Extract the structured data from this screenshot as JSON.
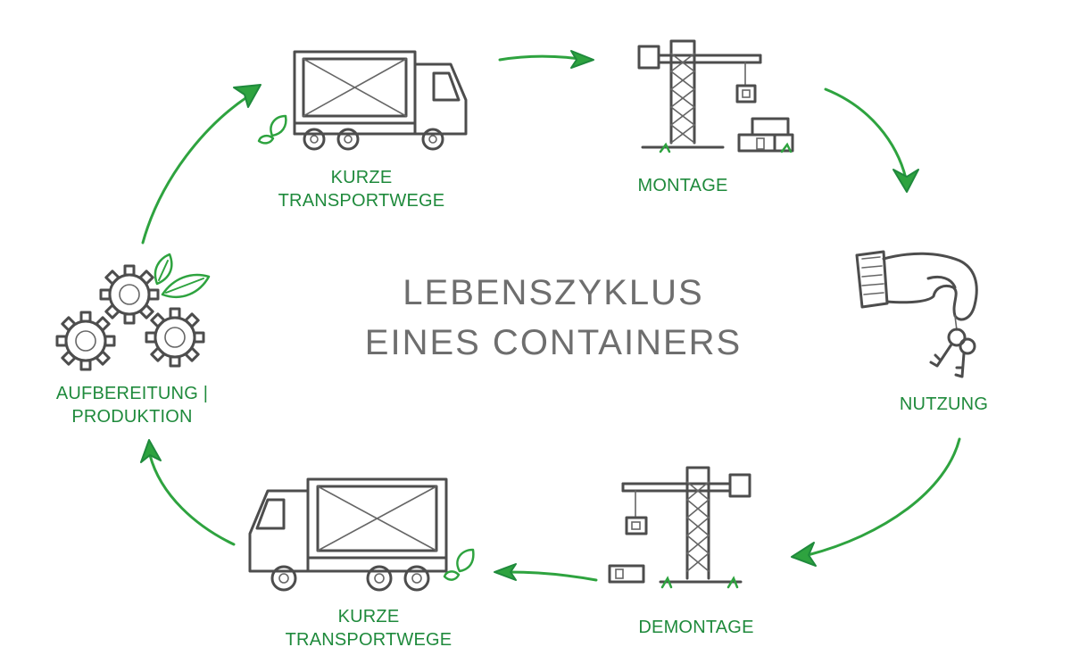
{
  "title": {
    "line1": "LEBENSZYKLUS",
    "line2": "EINES CONTAINERS"
  },
  "stages": {
    "transport_top": {
      "line1": "KURZE",
      "line2": "TRANSPORTWEGE",
      "icon": "truck-icon"
    },
    "montage": {
      "line1": "MONTAGE",
      "icon": "crane-icon"
    },
    "nutzung": {
      "line1": "NUTZUNG",
      "icon": "hand-keys-icon"
    },
    "demontage": {
      "line1": "DEMONTAGE",
      "icon": "crane-icon"
    },
    "transport_bottom": {
      "line1": "KURZE",
      "line2": "TRANSPORTWEGE",
      "icon": "truck-icon"
    },
    "aufbereitung": {
      "line1": "AUFBEREITUNG |",
      "line2": "PRODUKTION",
      "icon": "gears-icon"
    }
  },
  "colors": {
    "accent": "#2ea33f",
    "label": "#1f8a3c",
    "title": "#6e6e6e",
    "ink": "#4d4d4d"
  }
}
